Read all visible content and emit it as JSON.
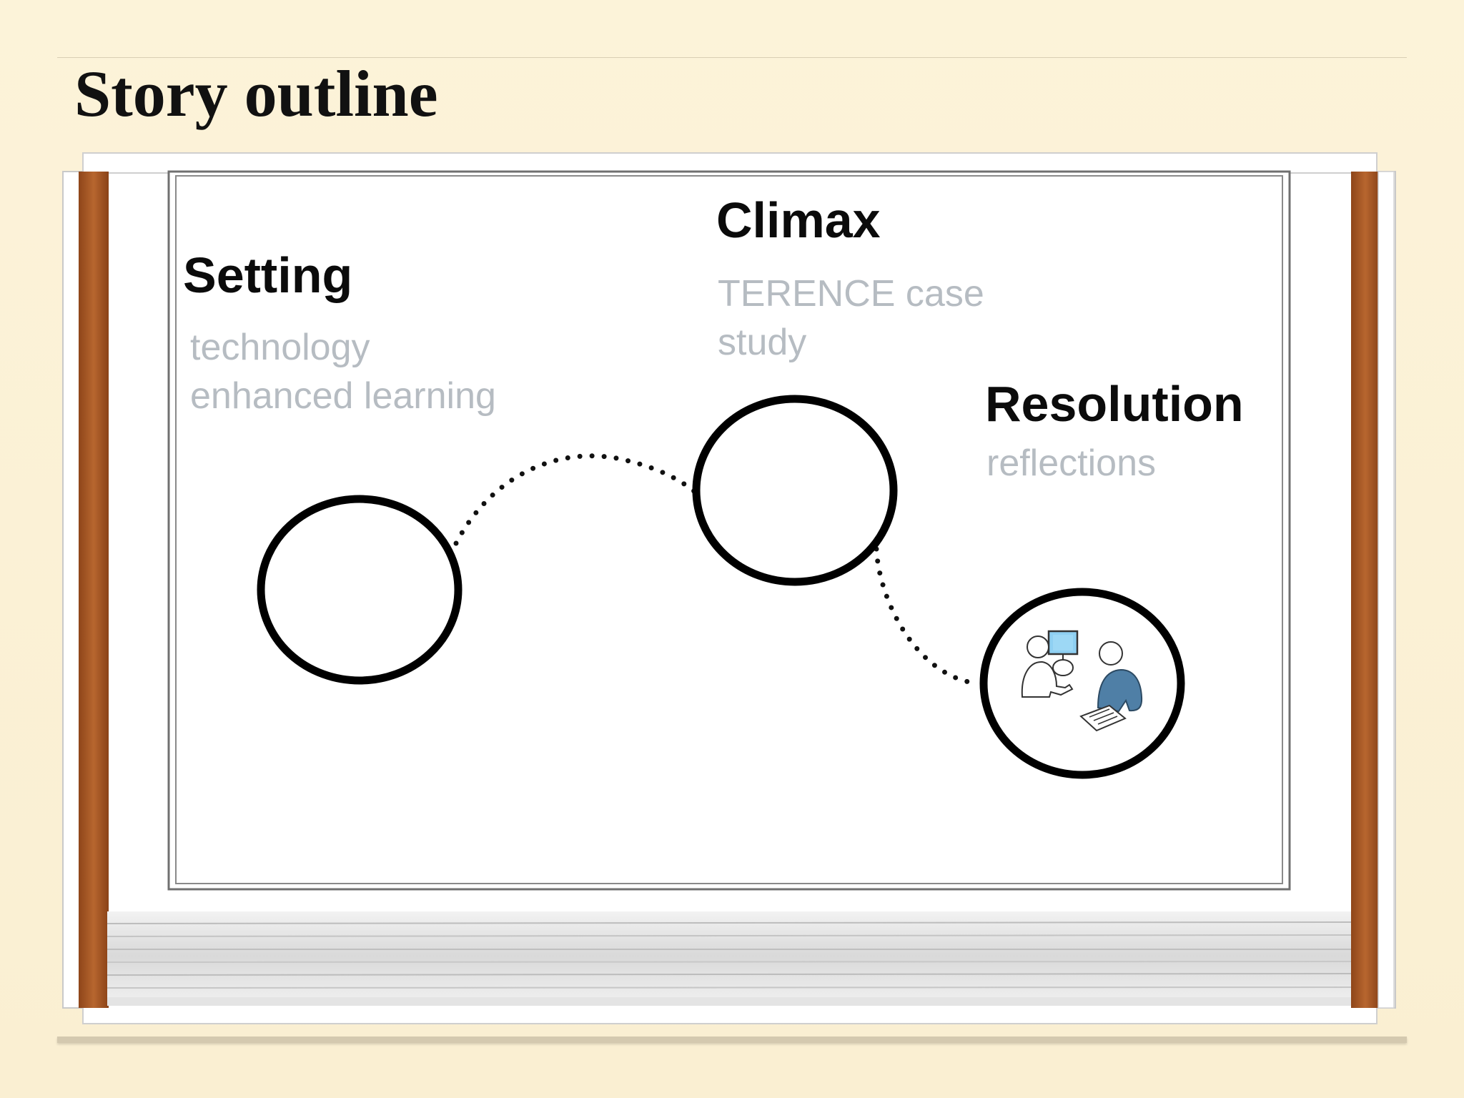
{
  "slide": {
    "title": "Story outline"
  },
  "nodes": [
    {
      "heading": "Setting",
      "detail_lines": [
        "technology",
        "enhanced learning"
      ]
    },
    {
      "heading": "Climax",
      "detail_lines": [
        "TERENCE case",
        "study"
      ]
    },
    {
      "heading": "Resolution",
      "detail_lines": [
        "reflections"
      ]
    }
  ],
  "colors": {
    "background": "#fbf1d5",
    "heading_text": "#0b0b0b",
    "detail_text": "#b6bcc2",
    "wood_frame": "#a8592a",
    "circle_stroke": "#000000",
    "figure_blue": "#4f7fa6",
    "screen_blue": "#8fd0f2"
  },
  "icons": {
    "resolution_illustration": "two-people-with-computer-and-document-icon"
  }
}
